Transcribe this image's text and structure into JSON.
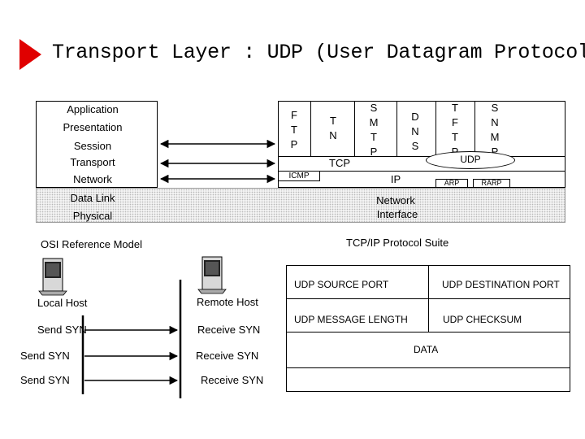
{
  "title": "Transport Layer : UDP (User Datagram Protocol)",
  "osi": {
    "layers": [
      "Application",
      "Presentation",
      "Session",
      "Transport",
      "Network",
      "Data Link",
      "Physical"
    ],
    "caption": "OSI Reference Model"
  },
  "tcpip": {
    "apps": {
      "ftp": "F\nT\nP",
      "tn": "T\nN",
      "smtp": "S\nM\nT\nP",
      "dns": "D\nN\nS",
      "tftp": "T\nF\nT\nP",
      "snmp": "S\nN\nM\nP"
    },
    "tcp": "TCP",
    "udp": "UDP",
    "icmp": "ICMP",
    "ip": "IP",
    "arp": "ARP",
    "rarp": "RARP",
    "network_interface_line1": "Network",
    "network_interface_line2": "Interface",
    "caption": "TCP/IP Protocol Suite"
  },
  "hosts": {
    "local": "Local Host",
    "remote": "Remote Host",
    "send_labels": [
      "Send SYN",
      "Send SYN",
      "Send SYN"
    ],
    "receive_labels": [
      "Receive SYN",
      "Receive SYN",
      "Receive SYN"
    ]
  },
  "udp_header": {
    "source_port": "UDP SOURCE PORT",
    "destination_port": "UDP DESTINATION PORT",
    "message_length": "UDP MESSAGE LENGTH",
    "checksum": "UDP CHECKSUM",
    "data": "DATA"
  },
  "colors": {
    "accent_triangle": "#e00000"
  }
}
